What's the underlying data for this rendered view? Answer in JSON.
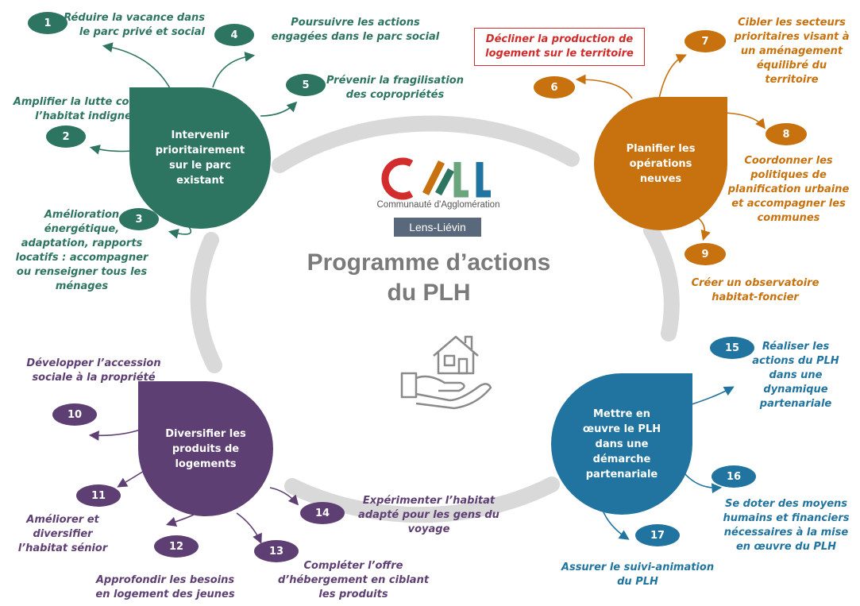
{
  "colors": {
    "green": "#2e7561",
    "orange": "#c7720e",
    "purple": "#5e3f73",
    "blue": "#21749f",
    "ring": "#d9d9d9",
    "title": "#7a7a7a",
    "highlight_border": "#d22c2c"
  },
  "center": {
    "logo_subtitle": "Communauté d'Agglomération",
    "logo_city": "Lens-Liévin",
    "title": "Programme d’actions\ndu PLH",
    "icon": "house-in-hand-icon"
  },
  "axes": [
    {
      "id": "green",
      "label": "Intervenir\nprioritairement\nsur le parc\nexistant"
    },
    {
      "id": "orange",
      "label": "Planifier les\nopérations\nneuves"
    },
    {
      "id": "purple",
      "label": "Diversifier les\nproduits de\nlogements"
    },
    {
      "id": "blue",
      "label": "Mettre en\nœuvre le PLH\ndans une\ndémarche\npartenariale"
    }
  ],
  "actions": [
    {
      "num": "1",
      "text": "Réduire la vacance dans\nle parc privé et social"
    },
    {
      "num": "2",
      "text": "Amplifier la lutte contre\nl’habitat indigne"
    },
    {
      "num": "3",
      "text": "Amélioration\nénergétique,\nadaptation, rapports\nlocatifs : accompagner\nou renseigner tous les\nménages"
    },
    {
      "num": "4",
      "text": "Poursuivre les actions\nengagées dans le parc social"
    },
    {
      "num": "5",
      "text": "Prévenir la fragilisation\ndes copropriétés"
    },
    {
      "num": "6",
      "text": "Décliner la production de\nlogement sur le territoire"
    },
    {
      "num": "7",
      "text": "Cibler les secteurs\nprioritaires visant à\nun aménagement\néquilibré du\nterritoire"
    },
    {
      "num": "8",
      "text": "Coordonner les\npolitiques de\nplanification urbaine\net accompagner les\ncommunes"
    },
    {
      "num": "9",
      "text": "Créer un observatoire\nhabitat-foncier"
    },
    {
      "num": "10",
      "text": "Développer l’accession\nsociale à la propriété"
    },
    {
      "num": "11",
      "text": "Améliorer et\ndiversifier\nl’habitat sénior"
    },
    {
      "num": "12",
      "text": "Approfondir les besoins\nen logement des jeunes"
    },
    {
      "num": "13",
      "text": "Compléter l’offre\nd’hébergement en ciblant\nles produits"
    },
    {
      "num": "14",
      "text": "Expérimenter l’habitat\nadapté pour les gens du\nvoyage"
    },
    {
      "num": "15",
      "text": "Réaliser les\nactions du PLH\ndans une\ndynamique\npartenariale"
    },
    {
      "num": "16",
      "text": "Se doter des moyens\nhumains et financiers\nnécessaires à la mise\nen œuvre du PLH"
    },
    {
      "num": "17",
      "text": "Assurer le suivi-animation\ndu PLH"
    }
  ]
}
